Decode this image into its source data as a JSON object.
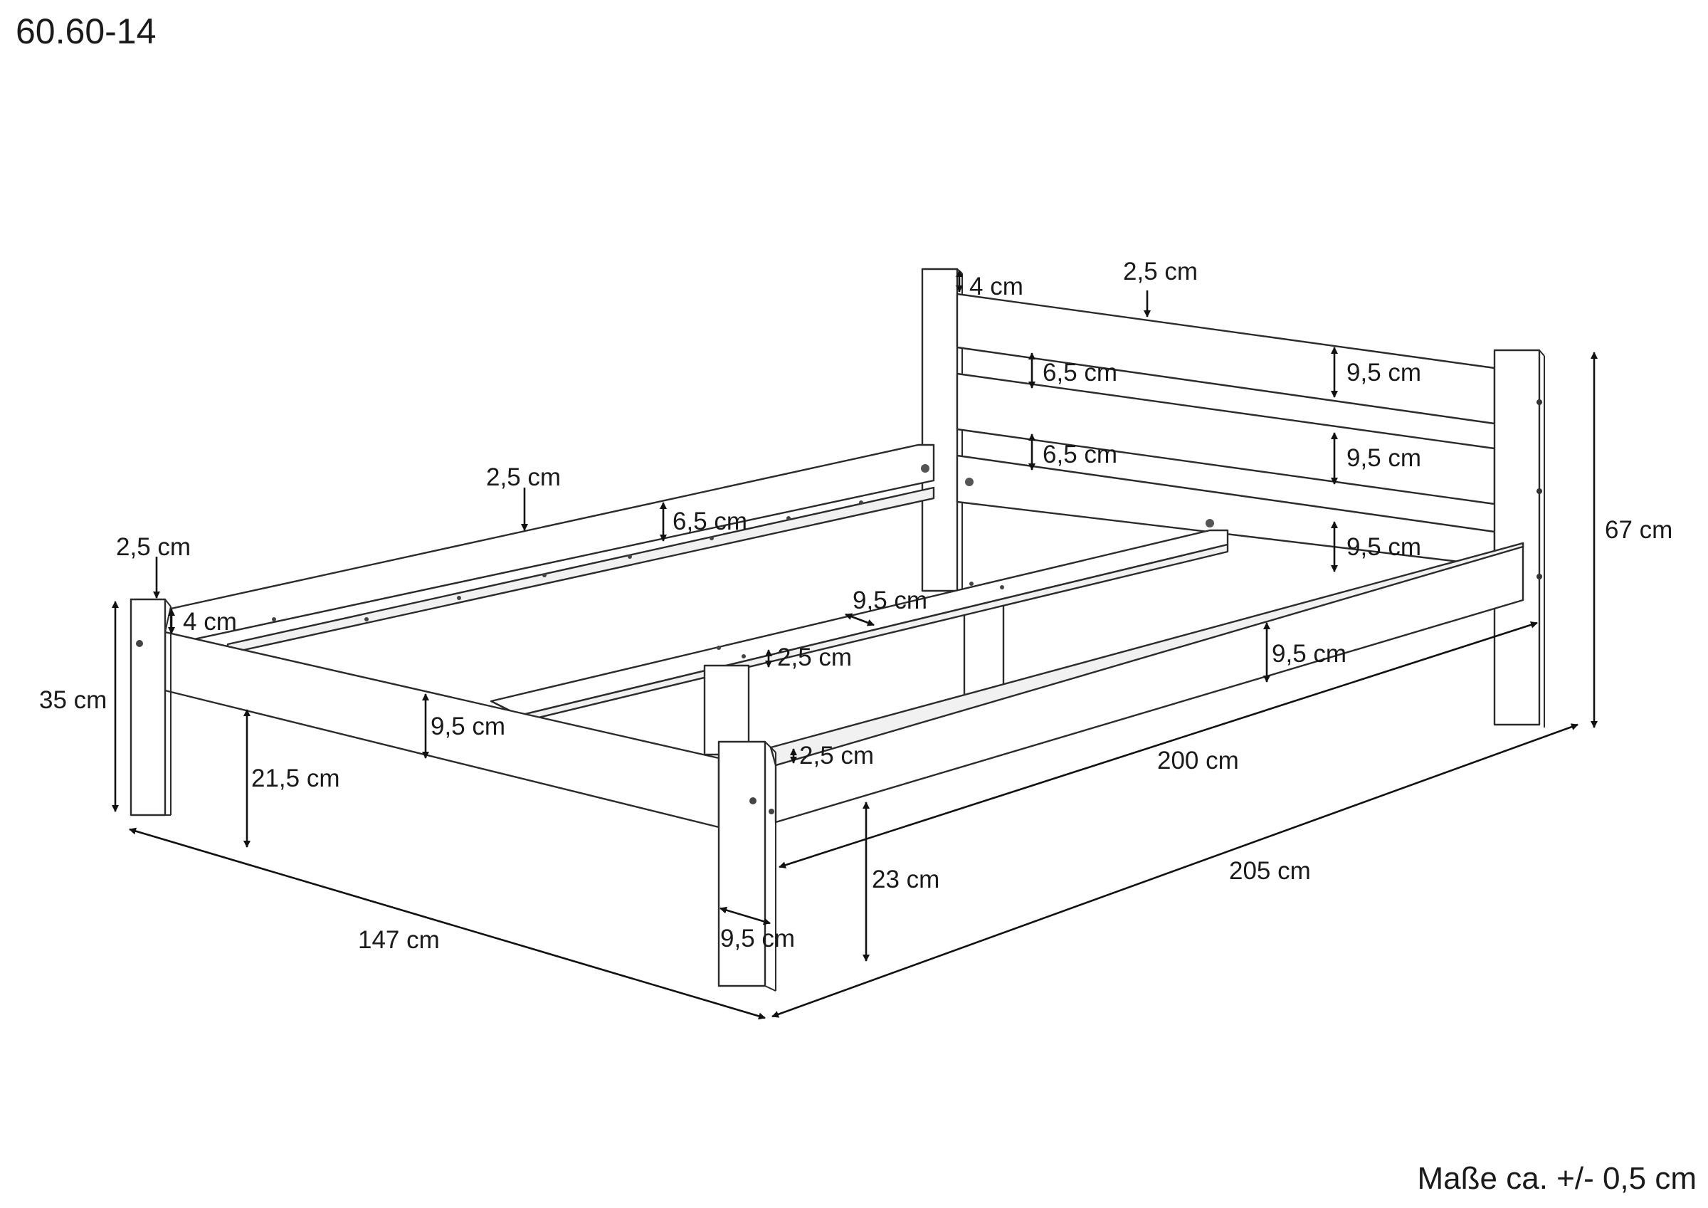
{
  "product_code": "60.60-14",
  "tolerance_note": "Maße ca. +/- 0,5 cm",
  "dimensions": {
    "headboard_post_cap": "4 cm",
    "headboard_slat_thickness": "2,5 cm",
    "headboard_gap_upper": "6,5 cm",
    "headboard_gap_lower": "6,5 cm",
    "headboard_slat_top": "9,5 cm",
    "headboard_slat_middle": "9,5 cm",
    "headboard_slat_bottom": "9,5 cm",
    "total_height": "67 cm",
    "back_rail_thickness": "2,5 cm",
    "back_rail_ledge_height": "6,5 cm",
    "foot_post_thickness": "2,5 cm",
    "foot_post_cap": "4 cm",
    "foot_height": "35 cm",
    "foot_rail_height": "9,5 cm",
    "foot_clearance": "21,5 cm",
    "center_beam_width": "9,5 cm",
    "center_beam_thickness": "2,5 cm",
    "front_rail_height": "9,5 cm",
    "front_rail_thickness": "2,5 cm",
    "inner_length": "200 cm",
    "side_clearance": "23 cm",
    "total_length": "205 cm",
    "leg_width": "9,5 cm",
    "total_width": "147 cm"
  }
}
